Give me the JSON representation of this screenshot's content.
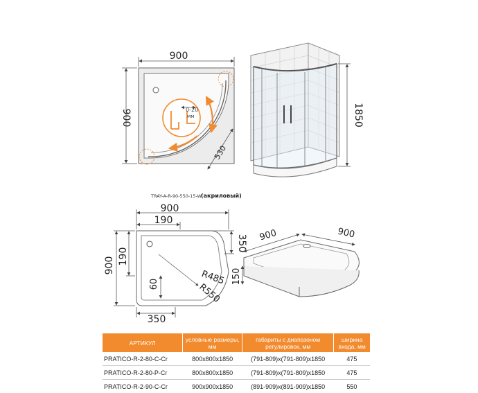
{
  "dims": {
    "top_width": "900",
    "top_height": "900",
    "corner_gap": "0-20",
    "corner_unit": "мм",
    "door_width": "530",
    "cabin_height": "1850",
    "tray_width": "900",
    "tray_inner": "190",
    "tray_height": "900",
    "tray_right": "350",
    "tray_left_inner": "190",
    "tray_bottom": "350",
    "tray_r_inner": "R485",
    "tray_r_outer": "R550",
    "tray_depth": "60",
    "iso_left": "900",
    "iso_right": "900",
    "iso_height": "150"
  },
  "tray_caption": {
    "code": "TRAY-A-R-90-550-15-W",
    "material": "(акриловый)"
  },
  "colors": {
    "accent": "#f28a2e",
    "line": "#555555"
  },
  "table": {
    "headers": [
      "АРТИКУЛ",
      "условные размеры, мм",
      "габариты с диапазоном регулировок, мм",
      "ширина входа, мм"
    ],
    "rows": [
      [
        "PRATICO-R-2-80-C-Cr",
        "800x800x1850",
        "(791-809)x(791-809)x1850",
        "475"
      ],
      [
        "PRATICO-R-2-80-P-Cr",
        "800x800x1850",
        "(791-809)x(791-809)x1850",
        "475"
      ],
      [
        "PRATICO-R-2-90-C-Cr",
        "900x900x1850",
        "(891-909)x(891-909)x1850",
        "550"
      ]
    ]
  }
}
